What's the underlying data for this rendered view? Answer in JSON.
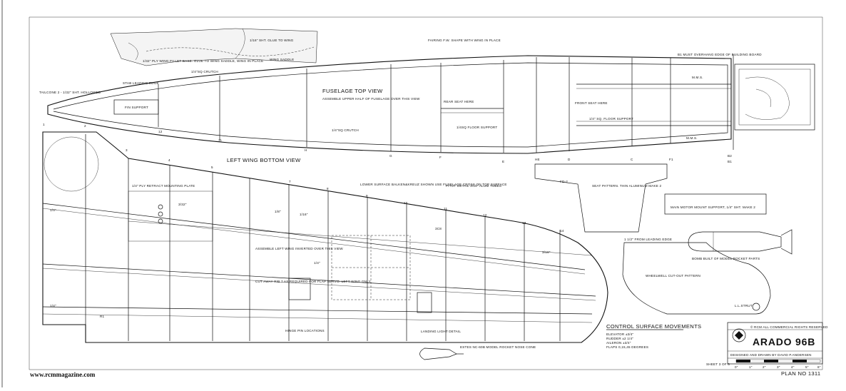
{
  "website": "www.rcmmagazine.com",
  "plan_title": "ARADO 96B",
  "rights": "© RCM ALL COMMERCIAL RIGHTS RESERVED",
  "designer": "DESIGNED AND DRAWN BY DAVID P.ANDERSEN",
  "sheet": "SHEET 3 OF 6",
  "plan_no": "PLAN NO 1311",
  "scale_ticks": [
    "0\"",
    "1\"",
    "2\"",
    "3\"",
    "4\"",
    "5\"",
    "6\""
  ],
  "views": {
    "fuselage_top": "FUSELAGE TOP VIEW",
    "fuselage_note": "ASSEMBLE UPPER HALF OF FUSELAGE OVER THIS VIEW",
    "left_wing": "LEFT WING BOTTOM VIEW"
  },
  "control_surfaces": {
    "heading": "CONTROL SURFACE MOVEMENTS",
    "rows": [
      "ELEVATOR ±3/4\"",
      "RUDDER ±2 1/4\"",
      "AILERON ±3/4\"",
      "FLAPS  0,15,45 DEGREES"
    ]
  },
  "notes": {
    "glue_to_wing": "1/16\" SHT. GLUE TO WING",
    "fillet": "1/32\" PLY WING FILLET BASE. GLUE TO WING SADDLE, WING IN PLACE",
    "wing_saddle": "WING SADDLE",
    "crutch_top": "1/4\"SQ CRUTCH",
    "fairing": "FAIRING F.W. SHAPE WITH WING IN PLACE",
    "overhang": "B1 MUST OVERHANG EDGE OF BUILDING BOARD",
    "stab_leading": "STAB LEADING EDGE",
    "tailcone": "TAILCONE 2 - 1/32\" SHT. HOLLOWED",
    "fin_support": "FIN SUPPORT",
    "rear_seat": "REAR SEAT HERE",
    "front_seat": "FRONT SEAT HERE",
    "floor_support_front": "1/4\" SQ. FLOOR SUPPORT",
    "floor_support_rear": "1/4SQ FLOOR SUPPORT",
    "crutch_bottom": "1/4\"SQ CRUTCH",
    "mms_top": "M.M.S.",
    "mms_bottom": "M.M.S.",
    "retract_plate": "1/4\" PLY RETRACT MOUNTING PLATE",
    "lower_surface": "LOWER SURFACE BALKEN&KREUZ SHOWN USE FUSELAGE CROSS ON TOP SURFACE",
    "pitot": "PITOT DETAIL 3/16\" ALUM TUBES",
    "assemble_wing": "ASSEMBLE LEFT WING INVERTED OVER THIS VIEW",
    "cut_away": "CUT AWAY RIB 7 AS REQUIRED FOR FLAP SERVO. LEFT WING ONLY",
    "hinge": "HINGE PIN LOCATIONS",
    "landing_light": "LANDING LIGHT DETAIL",
    "estes": "ESTES NC-60B MODEL ROCKET NOSE CONE",
    "seat_pattern": "SEAT PATTERN. THIN ALUMINUM MAKE 2",
    "fd2": "FD-2",
    "motor_mount": "MAIN MOTOR MOUNT SUPPORT, 1/4\" SHT. MAKE 2",
    "bomb": "BOMB BUILT OF MODEL ROCKET PARTS",
    "wheelwell_dist": "1 1/2\" FROM LEADING EDGE",
    "wheelwell": "WHEELWELL CUT-OUT PATTERN",
    "strut": "L.L.STRUT",
    "dim_1_4a": "1/4\"",
    "dim_1_4b": "1/4\"",
    "dim_1_4c": "1/4\"",
    "dim_1_8": "1/8\"",
    "dim_1_16": "1/16\"",
    "dim_3_32": "3/32\"",
    "dim_3_16": "3/16\"",
    "dim_3c8": "3C8"
  },
  "fuselage_stations": [
    "1",
    "2",
    "3",
    "4",
    "5",
    "6",
    "7",
    "8",
    "9",
    "10",
    "11",
    "12",
    "13",
    "14",
    "R1",
    "R2",
    "B1",
    "B2"
  ],
  "fuselage_formers": [
    "12",
    "11",
    "H",
    "G",
    "F",
    "E",
    "HE",
    "D",
    "C",
    "F1"
  ],
  "wing_ribs": [
    "1",
    "2",
    "3",
    "4",
    "5",
    "6",
    "7",
    "8",
    "9",
    "10",
    "11",
    "12",
    "13",
    "14",
    "R1"
  ]
}
